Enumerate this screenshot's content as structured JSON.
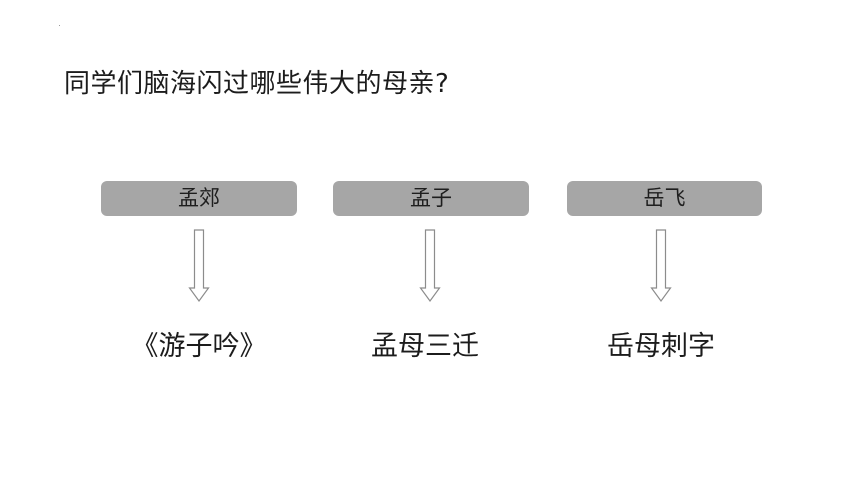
{
  "slide": {
    "question": "同学们脑海闪过哪些伟大的母亲?"
  },
  "columns": [
    {
      "name": "孟郊",
      "story": "《游子吟》"
    },
    {
      "name": "孟子",
      "story": "孟母三迁"
    },
    {
      "name": "岳飞",
      "story": "岳母刺字"
    }
  ],
  "colors": {
    "box_fill": "#a6a6a6",
    "arrow_stroke": "#8c8c8c",
    "text": "#1c1c1c",
    "background": "#ffffff"
  },
  "icons": {
    "arrow": "down-arrow-icon"
  }
}
